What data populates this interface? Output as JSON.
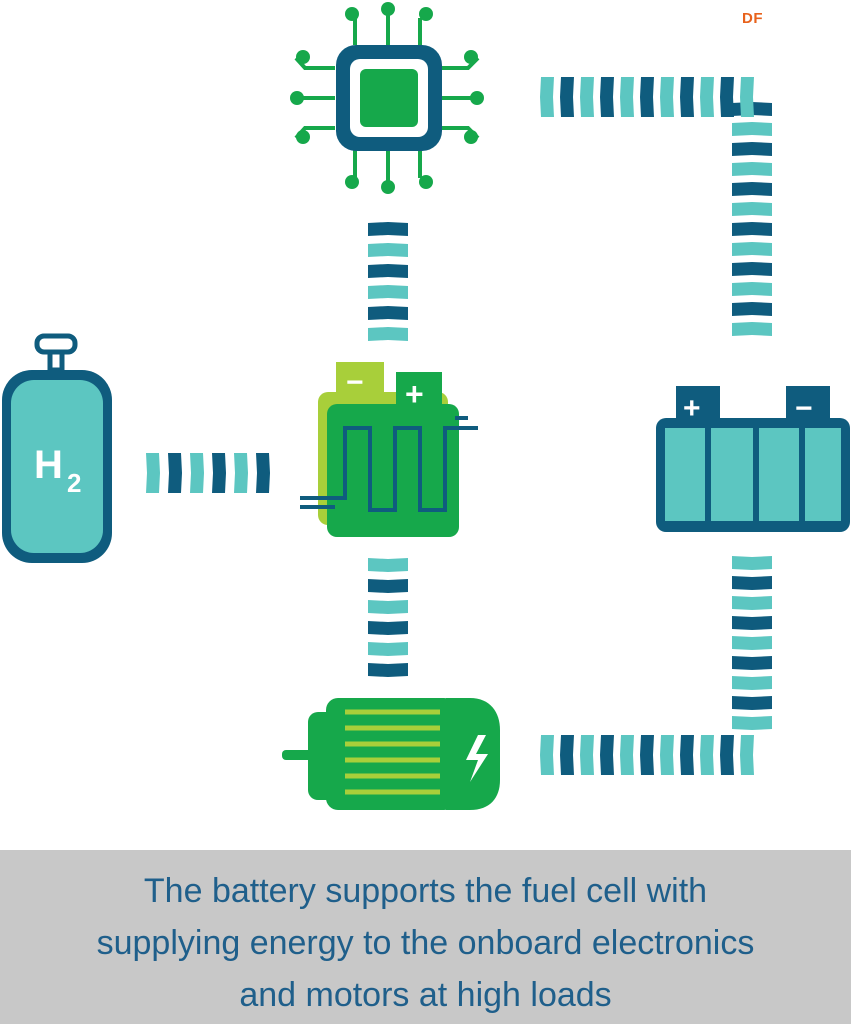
{
  "logo": "DF",
  "tank": {
    "label": "H",
    "subscript": "2"
  },
  "fuel_cell": {
    "minus": "−",
    "plus": "+"
  },
  "battery": {
    "plus": "+",
    "minus": "−"
  },
  "caption": {
    "line1": "The battery supports the fuel cell with",
    "line2": "supplying energy to the onboard electronics",
    "line3": "and motors at high loads"
  },
  "colors": {
    "navy": "#0f5c7e",
    "teal": "#5cc6c1",
    "green": "#16a84b",
    "lime": "#a8cf3a",
    "caption_bg": "#c8c8c8",
    "caption_text": "#1f5f8b",
    "logo": "#e8621c"
  },
  "icons": [
    "hydrogen-tank-icon",
    "fuel-cell-icon",
    "microchip-icon",
    "battery-icon",
    "electric-motor-icon",
    "chevron-arrow"
  ]
}
